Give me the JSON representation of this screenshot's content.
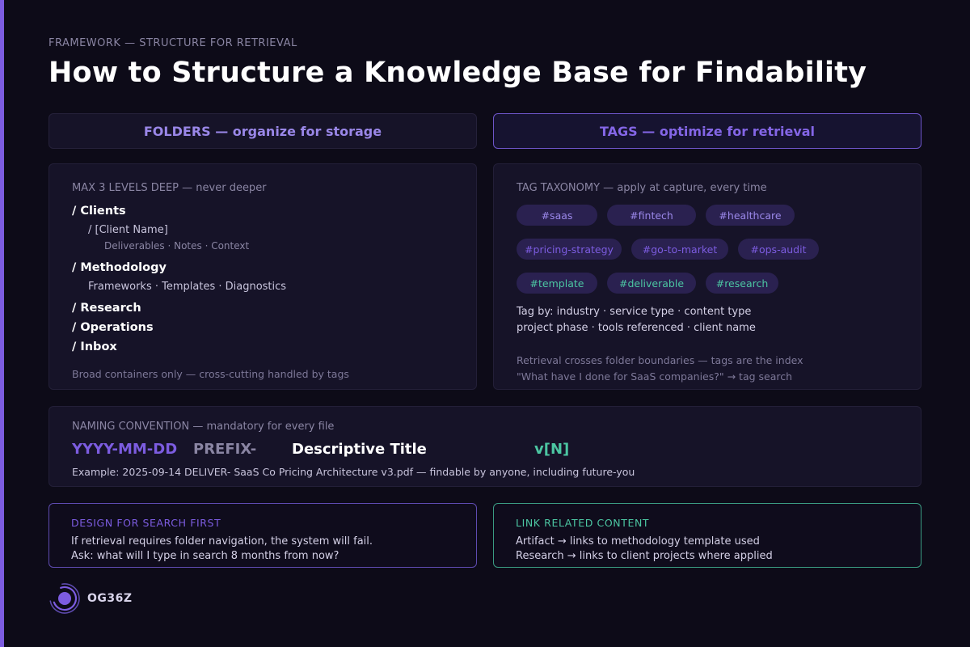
{
  "header": {
    "eyebrow": "FRAMEWORK — STRUCTURE FOR RETRIEVAL",
    "title": "How to Structure a Knowledge Base for Findability"
  },
  "columns": {
    "folders_header": "FOLDERS — organize for storage",
    "tags_header": "TAGS — optimize for retrieval"
  },
  "folders": {
    "label": "MAX 3 LEVELS DEEP — never deeper",
    "items": [
      {
        "name": "/ Clients",
        "sub": "/ [Client Name]",
        "sub2": "Deliverables · Notes · Context"
      },
      {
        "name": "/ Methodology",
        "sub": "Frameworks · Templates · Diagnostics"
      },
      {
        "name": "/ Research"
      },
      {
        "name": "/ Operations"
      },
      {
        "name": "/ Inbox"
      }
    ],
    "footer": "Broad containers only — cross-cutting handled by tags"
  },
  "tags": {
    "label": "TAG TAXONOMY — apply at capture, every time",
    "pills": [
      {
        "text": "#saas"
      },
      {
        "text": "#fintech"
      },
      {
        "text": "#healthcare"
      },
      {
        "text": "#pricing-strategy"
      },
      {
        "text": "#go-to-market"
      },
      {
        "text": "#ops-audit"
      },
      {
        "text": "#template"
      },
      {
        "text": "#deliverable"
      },
      {
        "text": "#research"
      }
    ],
    "tag_by_line1": "Tag by: industry · service type · content type",
    "tag_by_line2": "project phase · tools referenced · client name",
    "note_line1": "Retrieval crosses folder boundaries — tags are the index",
    "note_line2": "\"What have I done for SaaS companies?\" → tag search"
  },
  "naming": {
    "label": "NAMING CONVENTION — mandatory for every file",
    "date": "YYYY-MM-DD",
    "prefix": "PREFIX-",
    "title": "Descriptive Title",
    "version": "v[N]",
    "example": "Example: 2025-09-14 DELIVER- SaaS Co Pricing Architecture v3.pdf — findable by anyone, including future-you"
  },
  "callouts": {
    "search": {
      "title": "DESIGN FOR SEARCH FIRST",
      "line1": "If retrieval requires folder navigation, the system will fail.",
      "line2": "Ask: what will I type in search 8 months from now?"
    },
    "link": {
      "title": "LINK RELATED CONTENT",
      "line1": "Artifact → links to methodology template used",
      "line2": "Research → links to client projects where applied"
    }
  },
  "brand": {
    "name": "OG36Z",
    "icon": "concentric-circle-logo-icon"
  },
  "colors": {
    "background": "#0d0b18",
    "accent_purple": "#7c5ce0",
    "accent_teal": "#4cc6a2",
    "panel": "#161328"
  }
}
